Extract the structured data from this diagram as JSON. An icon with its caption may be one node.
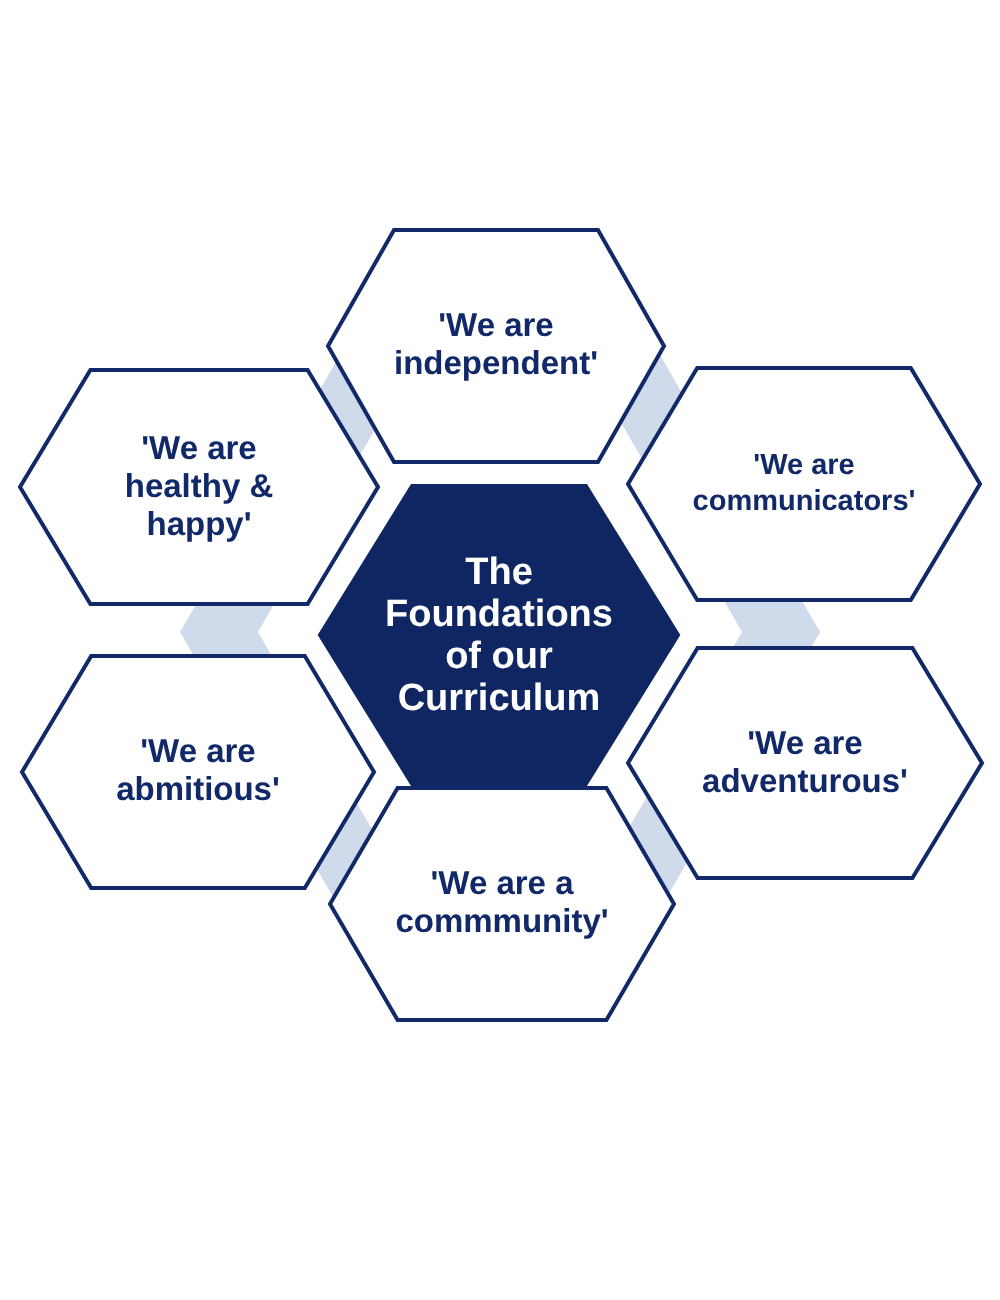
{
  "diagram": {
    "nodes": [
      {
        "text": [
          "'We are independent'"
        ]
      },
      {
        "text": [
          "'We are healthy & happy'"
        ]
      },
      {
        "text": [
          "'We are communicators'"
        ]
      },
      {
        "text": [
          "The Foundations of our Curriculum"
        ]
      },
      {
        "text": [
          "'We are abmitious'"
        ]
      },
      {
        "text": [
          "'We are adventurous'"
        ]
      },
      {
        "text": [
          "'We are a commmunity'"
        ]
      }
    ]
  }
}
